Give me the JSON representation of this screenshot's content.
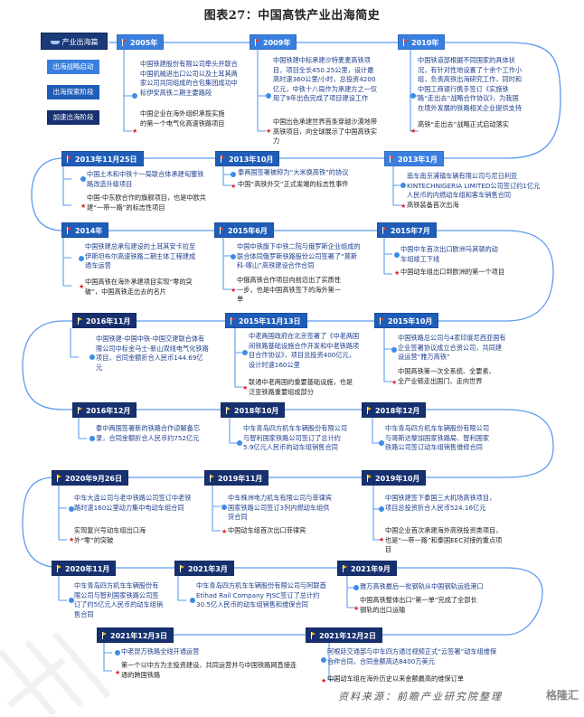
{
  "title": "图表27：中国高铁产业出海简史",
  "legend": {
    "main": "产业出海篇",
    "main_icon": "ship-icon",
    "stages": [
      {
        "label": "出海战略启动",
        "color": "#3a7fe0"
      },
      {
        "label": "出海探索阶段",
        "color": "#1f5db8"
      },
      {
        "label": "加速出海阶段",
        "color": "#17306f"
      }
    ]
  },
  "colors": {
    "line": "#5b9bf0",
    "blue_text": "#1e3e8c",
    "check_icon": "#3c8de6",
    "star_icon": "#e01e24"
  },
  "events": [
    {
      "date": "2005年",
      "stage": 1,
      "event": "中国铁建股份有限公司牵头并联合中国机械进出口公司以及土耳其两家公司共同组成的合包集团成功中标伊安高铁二期主要路段",
      "significance": "中国企业在海外组织承揽实施的第一个电气化高速铁路项目"
    },
    {
      "date": "2009年",
      "stage": 1,
      "event": "中国铁建中标承建沙特麦麦高铁项目，项目全长450.25公里，设计最高时速360公里/小时，总投资4200亿元，中铁十八局作为承建方之一仅用了9年出色完成了项目建设工作",
      "significance": "中国出色承建世界首条穿越沙漠地带高铁项目，向全球展示了中国高铁实力"
    },
    {
      "date": "2010年",
      "stage": 1,
      "event": "中国铁道部根据不同国家的具体状况，有针对性地设置了十余个工作小组，负责高铁出海研究工作，同时和中国工商银行携手签订《实施铁路“走出去”战略合作协议》，为我国在境外发展的铁路相关企业提供支持",
      "significance": "高铁“走出去”战略正式启动落实"
    },
    {
      "date": "2013年1月",
      "stage": 1,
      "event": "南车南京浦镇车辆有限公司与尼日利亚KINTECHNIGERIA LIMITED公司签订约1亿元人民币的内燃动车组和客车销售合同",
      "significance": "高铁装备首次出海"
    },
    {
      "date": "2013年10月",
      "stage": 2,
      "event": "泰两国签署被称为“大米换高铁”的协议",
      "significance": "中国“高铁外交”正式发端的标志性事件"
    },
    {
      "date": "2013年11月25日",
      "stage": 2,
      "event": "中国土木和中铁十一局联合体承建匈塞铁路改造升级项目",
      "significance": "中国-中东欧合作的旗舰项目，也是中欧共建“一带一路”的标志性项目"
    },
    {
      "date": "2014年",
      "stage": 2,
      "event": "中国铁建总承包建设的土耳其安卡拉至伊斯坦布尔高速铁路二期主体工程建成通车运营",
      "significance": "中国高铁在海外承建项目实现“零的突破”，中国高铁走出去的名片"
    },
    {
      "date": "2015年6月",
      "stage": 2,
      "event": "中国中铁旗下中铁二院与俄罗斯企业组成的联合体同俄罗斯铁路股份公司签署了“莫斯科-喀山”高铁建设合作合同",
      "significance": "中俄高铁合作项目向前迈出了实质性一步，也是中国高铁签下的海外第一单"
    },
    {
      "date": "2015年7月",
      "stage": 2,
      "event": "中国中车首次出口欧洲马其顿的动车组竣工下线",
      "significance": "中国动车组出口到欧洲的第一个项目"
    },
    {
      "date": "2015年10月",
      "stage": 2,
      "event": "中国铁路总公司与4家印度尼西亚国有企业签署协议成立合资公司，共同建设运营“雅万高铁”",
      "significance": "中国高铁第一次全系统、全要素、全产业链走出国门、走向世界"
    },
    {
      "date": "2015年11月13日",
      "stage": 2,
      "event": "中老两国政府在北京签署了《中老两国间铁路基础设施合作开发和中老铁路项目合作协议》，项目总投资400亿元，设计时速160公里",
      "significance": "联通中老两国的重要基础设施，也是泛亚铁路重要组成部分"
    },
    {
      "date": "2016年11月",
      "stage": 3,
      "event": "中国铁建-中国中铁-中国交建联合体有限公司中标金马士-新山双线电气化铁路项目，合同金额折合人民币144.69亿元",
      "significance": ""
    },
    {
      "date": "2016年12月",
      "stage": 3,
      "event": "泰中两国签署新的铁路合作谅解备忘录，合同金额折合人民币约752亿元",
      "significance": ""
    },
    {
      "date": "2018年10月",
      "stage": 3,
      "event": "中车青岛四方机车车辆股份有限公司与智利国家铁路公司签订了总计约5.9亿元人民币的动车组销售合同",
      "significance": ""
    },
    {
      "date": "2018年12月",
      "stage": 3,
      "event": "中车青岛四方机车车辆股份有限公司与哥斯达黎加国家铁路局、智利国家铁路公司签订动车组销售维修合同",
      "significance": ""
    },
    {
      "date": "2019年10月",
      "stage": 3,
      "event": "中国铁建签下泰国三大机场高铁项目，项目总投资折合人民币524.16亿元",
      "significance": "中国企业首次承建海外高铁投资类项目，也是“一带一路”和泰国EEC对接的重点项目"
    },
    {
      "date": "2019年11月",
      "stage": 3,
      "event": "中车株洲电力机车有限公司与菲律宾国家铁路公司签订3列内燃动车组供货合同",
      "significance": "中国动车组首次出口菲律宾"
    },
    {
      "date": "2020年9月26日",
      "stage": 3,
      "event": "中车大连公司与老中铁路公司签订中老铁路时速160公里动力集中电动车组合同",
      "significance": "实现复兴号动车组出口海外“零”的突破"
    },
    {
      "date": "2020年11月",
      "stage": 3,
      "event": "中车青岛四方机车车辆股份有限公司与智利国家铁路公司签订了约5亿元人民币的动车组销售合同",
      "significance": ""
    },
    {
      "date": "2021年3月",
      "stage": 3,
      "event": "中车青岛四方机车车辆股份有限公司与阿联酋Etihad Rail Company PJSC签订了总计约30.5亿人民币的动车组销售和维保合同",
      "significance": ""
    },
    {
      "date": "2021年9月",
      "stage": 3,
      "event": "雅万高铁最后一批钢轨从中国钢轨运抵港口",
      "significance": "中国高铁整体出口“第一单”完成了全部长钢轨的出口运输"
    },
    {
      "date": "2021年12月2日",
      "stage": 3,
      "event": "阿根廷交通部与中车四方通过视频正式“云签署”动车组维保合作合同，合同金额高达8400万美元",
      "significance": "中国动车组在海外历史以来金额最高的维保订单"
    },
    {
      "date": "2021年12月3日",
      "stage": 3,
      "event": "中老昆万铁路全线开通运营",
      "significance": "第一个以中方为主投资建设、共同运营并与中国铁路网直接连通的跨国铁路"
    }
  ],
  "footer": {
    "source": "资料来源：前瞻产业研究院整理",
    "watermark": "格隆汇"
  }
}
